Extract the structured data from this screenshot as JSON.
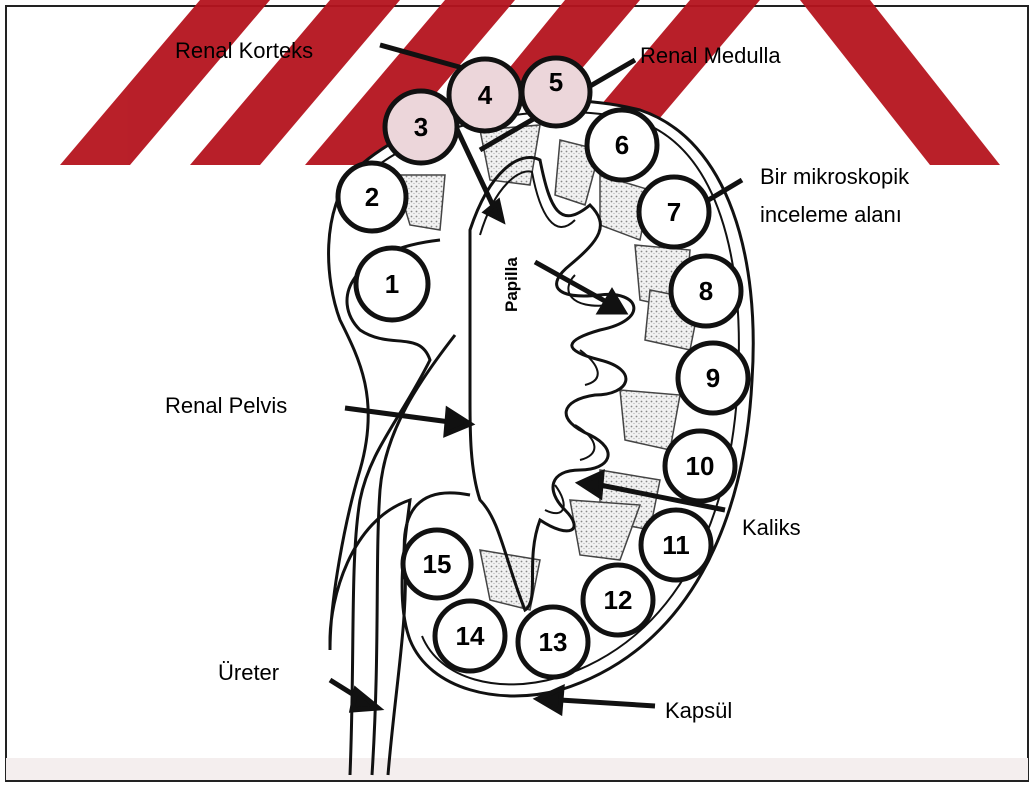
{
  "labels": {
    "renal_korteks": "Renal Korteks",
    "renal_medulla": "Renal Medulla",
    "mikroskopik_line1": "Bir mikroskopik",
    "mikroskopik_line2": "inceleme alanı",
    "papilla": "Papilla",
    "renal_pelvis": "Renal Pelvis",
    "kaliks": "Kaliks",
    "ureter": "Üreter",
    "kapsul": "Kapsül"
  },
  "regions": [
    "1",
    "2",
    "3",
    "4",
    "5",
    "6",
    "7",
    "8",
    "9",
    "10",
    "11",
    "12",
    "13",
    "14",
    "15"
  ],
  "colors": {
    "watermark": "#b5141e",
    "highlight_fill": "#ecd6da",
    "line": "#111111",
    "medulla_shade": "#d8d8d8"
  }
}
